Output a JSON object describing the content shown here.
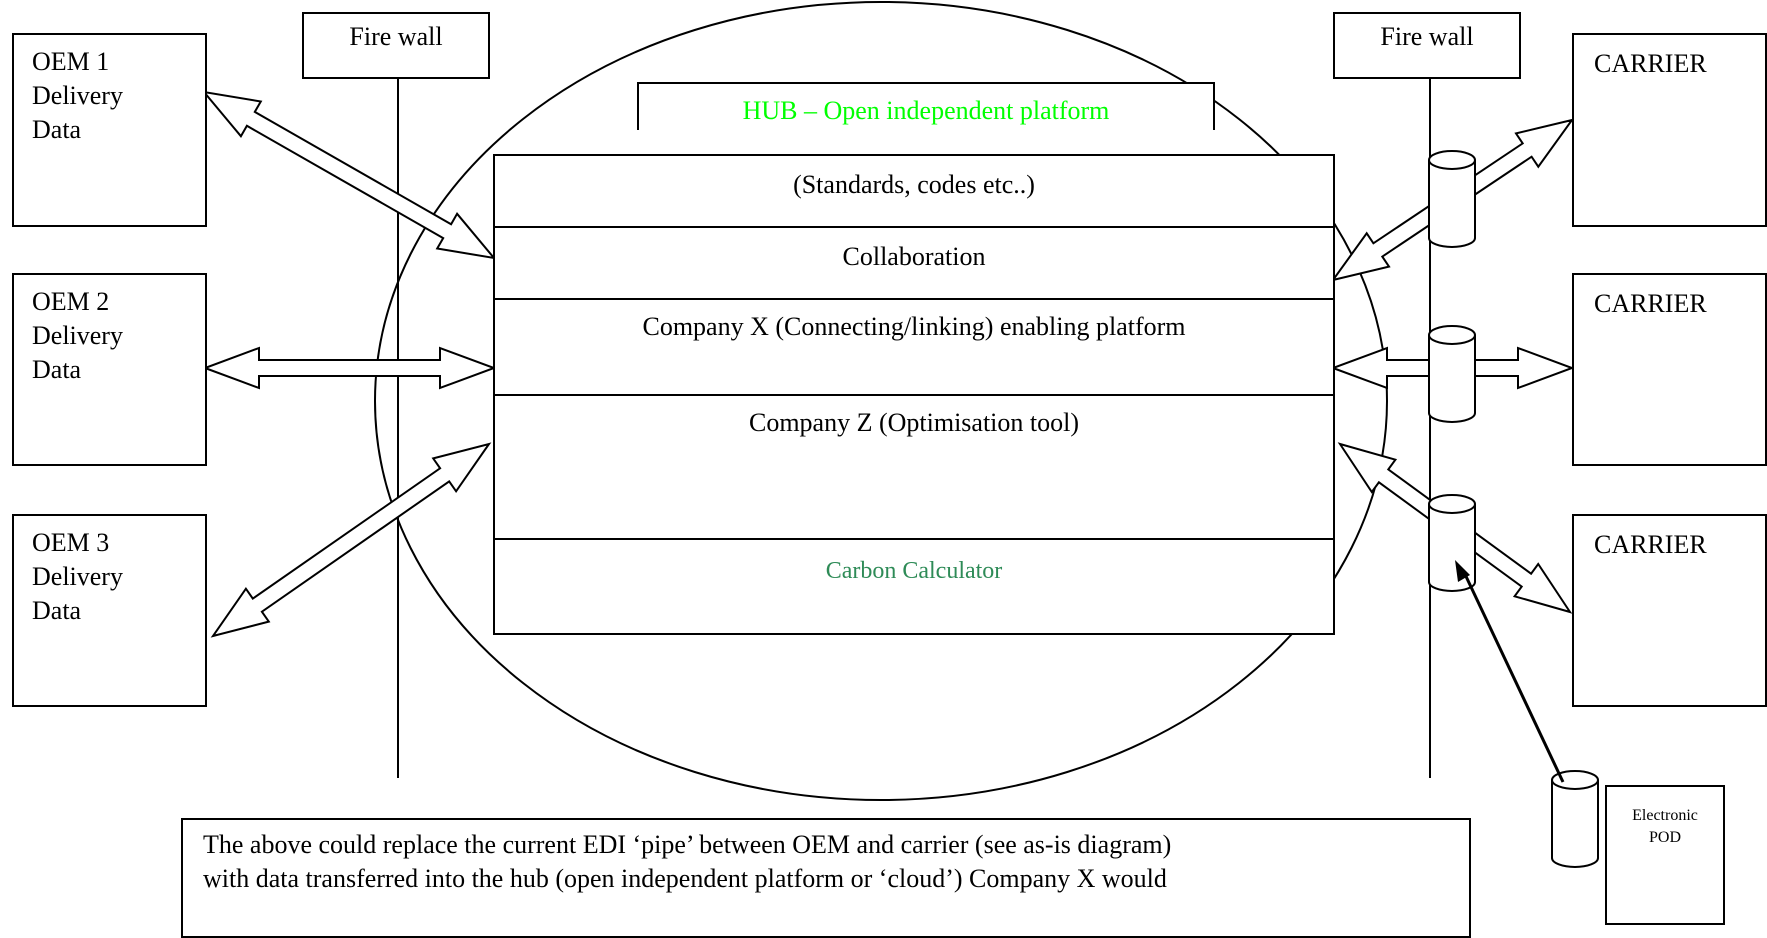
{
  "oems": [
    {
      "label": "OEM 1\nDelivery\nData"
    },
    {
      "label": "OEM 2\nDelivery\nData"
    },
    {
      "label": "OEM 3\nDelivery\nData"
    }
  ],
  "carriers": [
    {
      "label": "CARRIER"
    },
    {
      "label": "CARRIER"
    },
    {
      "label": "CARRIER"
    }
  ],
  "firewalls": [
    {
      "label": "Fire wall"
    },
    {
      "label": "Fire wall"
    }
  ],
  "hub": {
    "title": "HUB – Open independent platform",
    "title_color": "#00ff00",
    "layers": [
      {
        "label": "(Standards, codes etc..)"
      },
      {
        "label": "Collaboration"
      },
      {
        "label": "Company X (Connecting/linking) enabling platform"
      },
      {
        "label": "Company Z (Optimisation tool)"
      },
      {
        "label": "Carbon Calculator",
        "color": "#2e8b57"
      }
    ]
  },
  "pod": {
    "label": "Electronic\nPOD"
  },
  "note": {
    "line1": "The above could replace the current EDI ‘pipe’ between OEM and carrier (see as-is diagram)",
    "line2": "with data transferred into the hub (open independent platform or ‘cloud’) Company X would"
  }
}
